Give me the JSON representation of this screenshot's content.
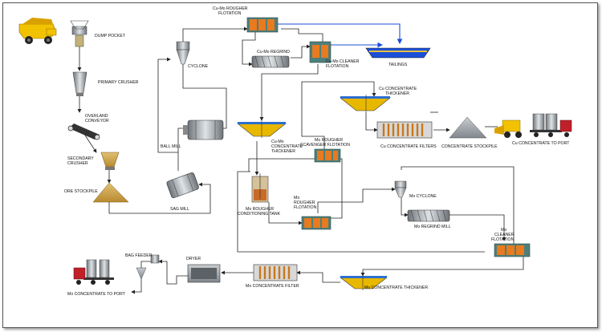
{
  "labels": {
    "dump_pocket": "DUMP POCKET",
    "primary_crusher": "PRIMARY CRUSHER",
    "overland_conveyor_1": "OVERLAND",
    "overland_conveyor_2": "CONVEYOR",
    "secondary_crusher_1": "SECONDARY",
    "secondary_crusher_2": "CRUSHER",
    "ore_stockpile": "ORE STOCKPILE",
    "sag_mill": "SAG MILL",
    "ball_mill": "BALL MILL",
    "cyclone": "CYCLONE",
    "cumo_rougher_1": "Cu-Mo ROUGHER",
    "cumo_rougher_2": "FLOTATION",
    "cumo_regrind": "Cu-Mo REGRIND",
    "cumo_cleaner_1": "Cu-Mo CLEANER",
    "cumo_cleaner_2": "FLOTATION",
    "tailings": "TAILINGS",
    "cumo_thickener_1": "Cu-Mo",
    "cumo_thickener_2": "CONCENTRATE",
    "cumo_thickener_3": "THICKENER",
    "cu_thickener_1": "Cu CONCENTRATE",
    "cu_thickener_2": "THICKENER",
    "cu_filters": "Cu CONCENTRATE FILTERS",
    "concentrate_stockpile": "CONCENTRATE STOCKPILE",
    "cu_to_port": "Cu CONCENTRATE TO PORT",
    "mo_scavenger_1": "Mo ROUGHER",
    "mo_scavenger_2": "SCAVENGER FLOTATION",
    "mo_conditioning_1": "Mo ROUGHER",
    "mo_conditioning_2": "CONDITIONING TANK",
    "mo_rougher_1": "Mo",
    "mo_rougher_2": "ROUGHER",
    "mo_rougher_3": "FLOTATION",
    "mo_cyclone": "Mo CYCLONE",
    "mo_regrind": "Mo REGRIND MILL",
    "mo_cleaner_1": "Mo",
    "mo_cleaner_2": "CLEANER",
    "mo_cleaner_3": "FLOTATION",
    "mo_thickener": "Mo CONCENTRATE THICKENER",
    "mo_filter": "Mo CONCENTRATE FILTER",
    "dryer": "DRYER",
    "bag_feeder": "BAG FEEDER",
    "mo_to_port": "Mo CONCENTRATE TO PORT"
  },
  "colors": {
    "flow_line": "#222222",
    "tailings_line": "#1b4fd8",
    "ore": "#c9a04a",
    "truck_yellow": "#f2c200",
    "slurry": "#e8b800",
    "equipment_grey": "#9aa0a6",
    "flotation_teal": "#4f7f7a",
    "froth_orange": "#e87a1f"
  },
  "icons": [
    "haul-truck-icon",
    "dump-pocket-icon",
    "crusher-icon",
    "conveyor-icon",
    "stockpile-icon",
    "mill-icon",
    "cyclone-icon",
    "flotation-cell-icon",
    "regrind-mill-icon",
    "thickener-icon",
    "filter-press-icon",
    "loader-icon",
    "tanker-truck-icon",
    "conditioning-tank-icon",
    "dryer-icon",
    "bag-feeder-icon"
  ]
}
